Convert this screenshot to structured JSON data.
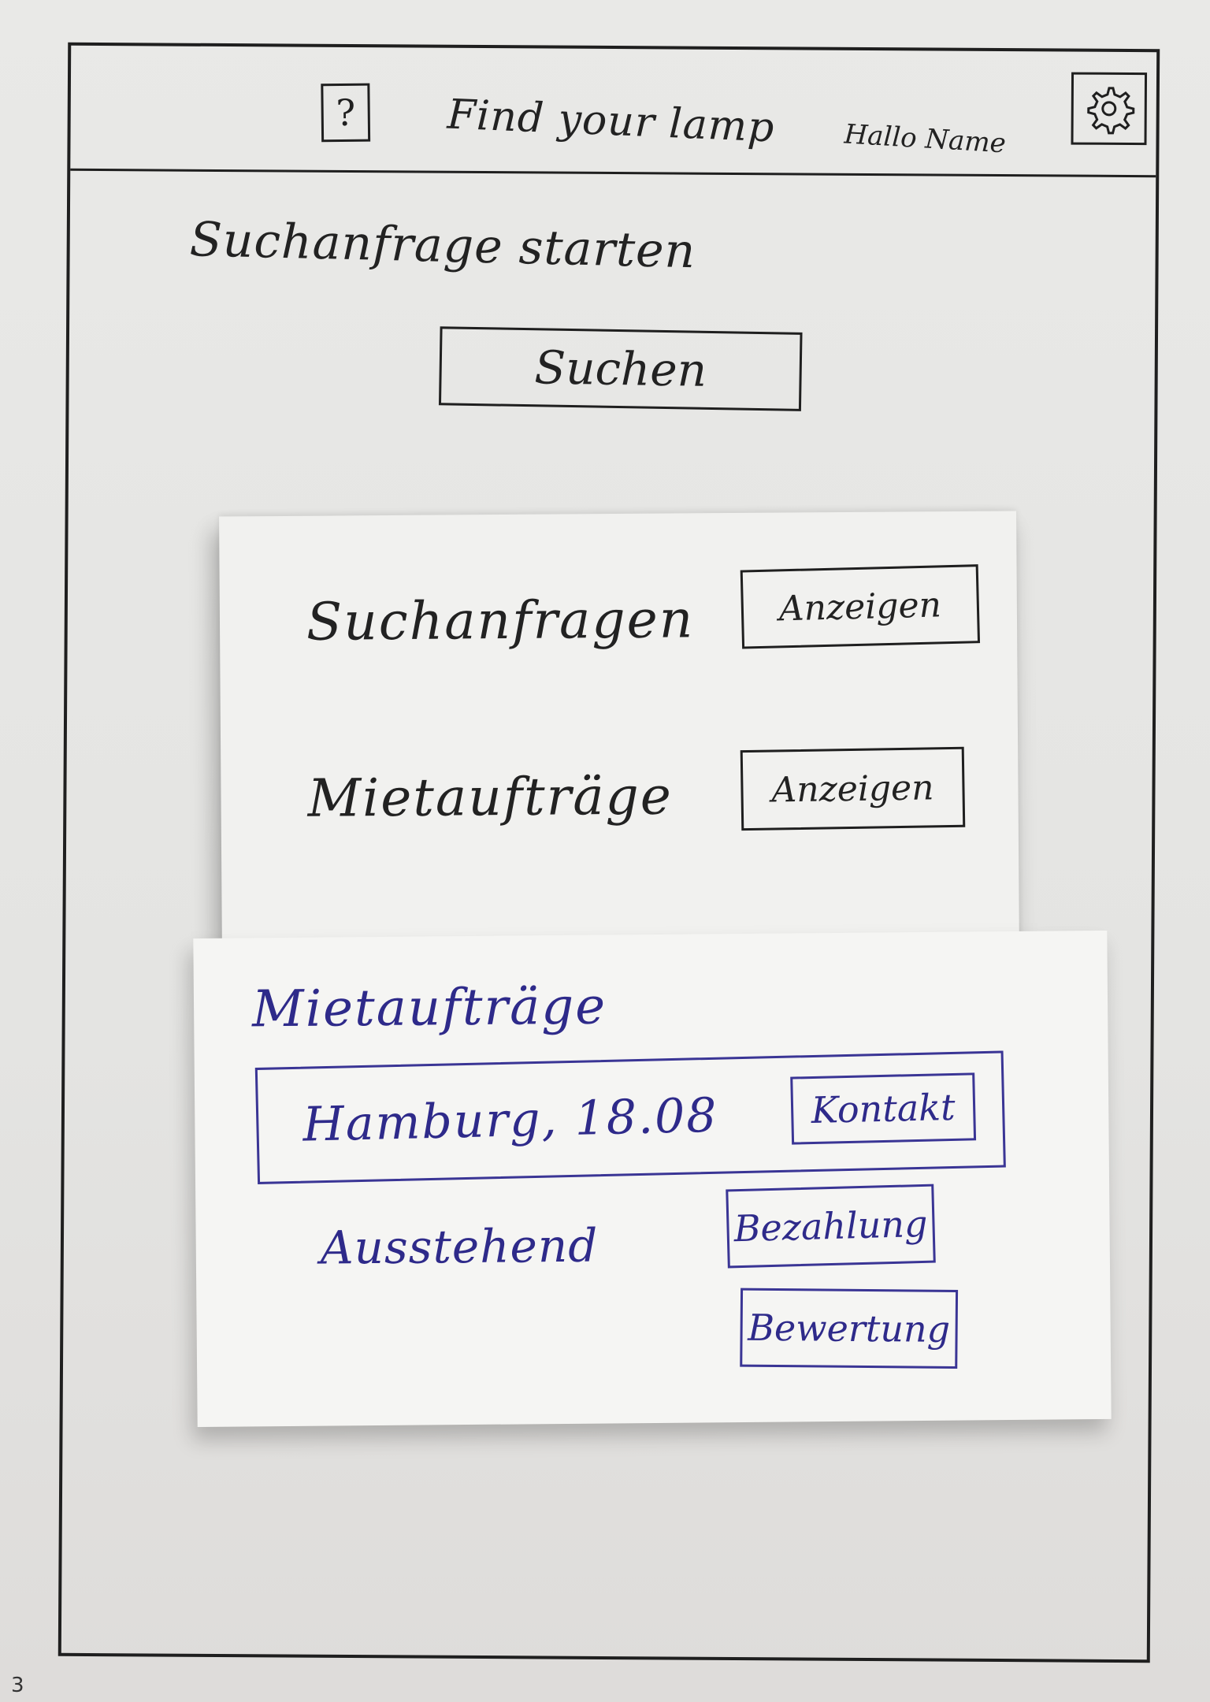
{
  "header": {
    "help_icon": "question-mark-icon",
    "help_symbol": "?",
    "title": "Find your lamp",
    "greeting": "Hallo Name",
    "settings_icon": "gear-icon"
  },
  "search_section": {
    "title": "Suchanfrage starten",
    "button_label": "Suchen"
  },
  "overview_panel": {
    "rows": [
      {
        "label": "Suchanfragen",
        "button_label": "Anzeigen"
      },
      {
        "label": "Mietaufträge",
        "button_label": "Anzeigen"
      }
    ]
  },
  "rental_orders_panel": {
    "title": "Mietaufträge",
    "order": {
      "location_date": "Hamburg, 18.08",
      "contact_button": "Kontakt"
    },
    "status": "Ausstehend",
    "payment_button": "Bezahlung",
    "review_button": "Bewertung"
  },
  "page_number": "3",
  "colors": {
    "pencil": "#1f1f1f",
    "blue_ink": "#2e2a8a",
    "paper": "#e9e9e7",
    "note_paper": "#f5f5f3"
  }
}
